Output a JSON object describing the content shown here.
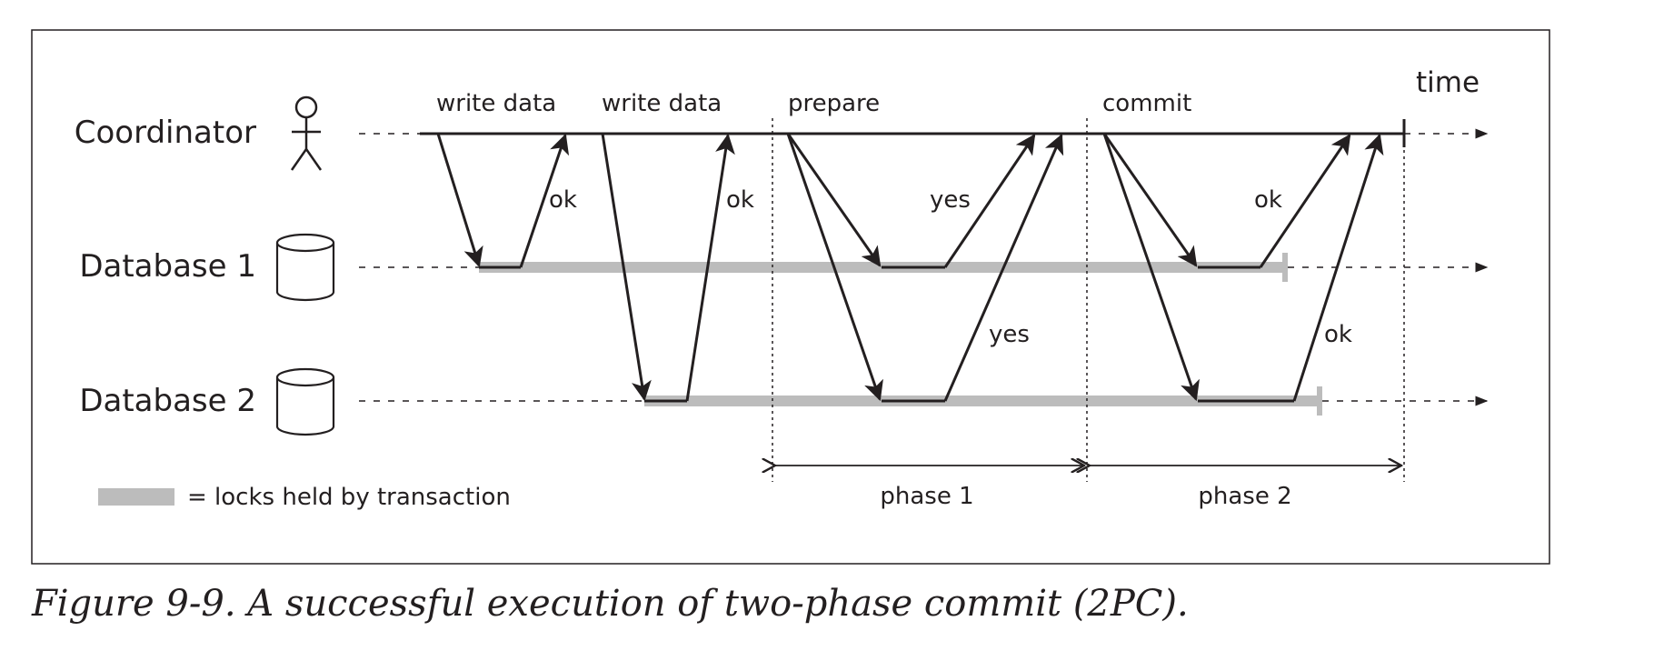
{
  "participants": {
    "coordinator": "Coordinator",
    "database1": "Database 1",
    "database2": "Database 2"
  },
  "time_label": "time",
  "messages": {
    "write_data_1": "write data",
    "write_data_2": "write data",
    "prepare": "prepare",
    "commit": "commit",
    "ok_db1_write": "ok",
    "ok_db2_write": "ok",
    "yes_db1": "yes",
    "yes_db2": "yes",
    "ok_db1_commit": "ok",
    "ok_db2_commit": "ok"
  },
  "phases": {
    "phase1": "phase 1",
    "phase2": "phase 2"
  },
  "legend": {
    "locks": "= locks held by transaction"
  },
  "caption": "Figure 9-9. A successful execution of two-phase commit (2PC).",
  "colors": {
    "ink": "#231f20",
    "lock": "#bcbcbc",
    "border": "#231f20"
  }
}
